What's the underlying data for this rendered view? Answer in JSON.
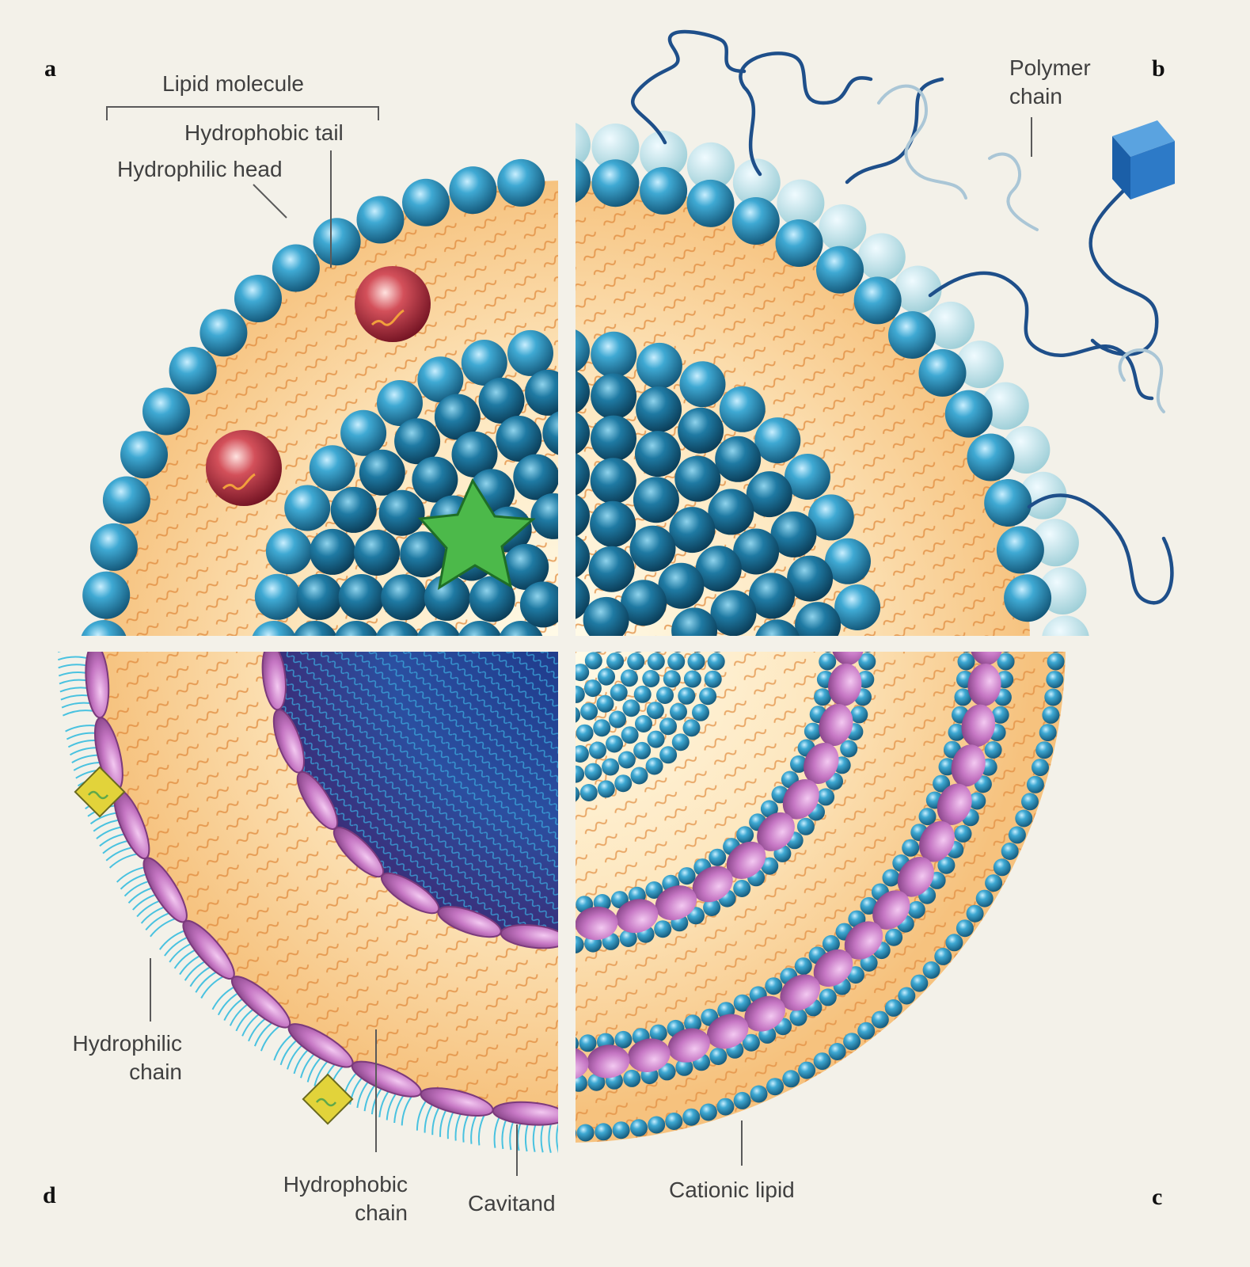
{
  "colors": {
    "background": "#f3f1e9",
    "lipid_head": "#2f97c2",
    "lipid_head_dark": "#14587a",
    "lipid_tail": "#e8954a",
    "interior": "#f7c887",
    "polymer": "#1e4f8a",
    "cavitand": "#c76fc0",
    "cationic_lipid": "#c579c8",
    "drug_star": "#4cb94a",
    "particle": "#b52a3a",
    "ligand": "#e2d33a",
    "hydrophilic_chain": "#49c2e0"
  },
  "icons": {
    "particle": "red-sphere-icon",
    "drug": "green-star-icon",
    "ligand": "yellow-diamond-icon",
    "targeting_block": "blue-block-icon"
  },
  "panels": {
    "a": "a",
    "b": "b",
    "c": "c",
    "d": "d"
  },
  "labels": {
    "lipid_molecule": "Lipid molecule",
    "hydrophobic_tail": "Hydrophobic tail",
    "hydrophilic_head": "Hydrophilic head",
    "polymer_chain": "Polymer\nchain",
    "hydrophilic_chain": "Hydrophilic\nchain",
    "hydrophobic_chain": "Hydrophobic\nchain",
    "cavitand": "Cavitand",
    "cationic_lipid": "Cationic lipid"
  }
}
